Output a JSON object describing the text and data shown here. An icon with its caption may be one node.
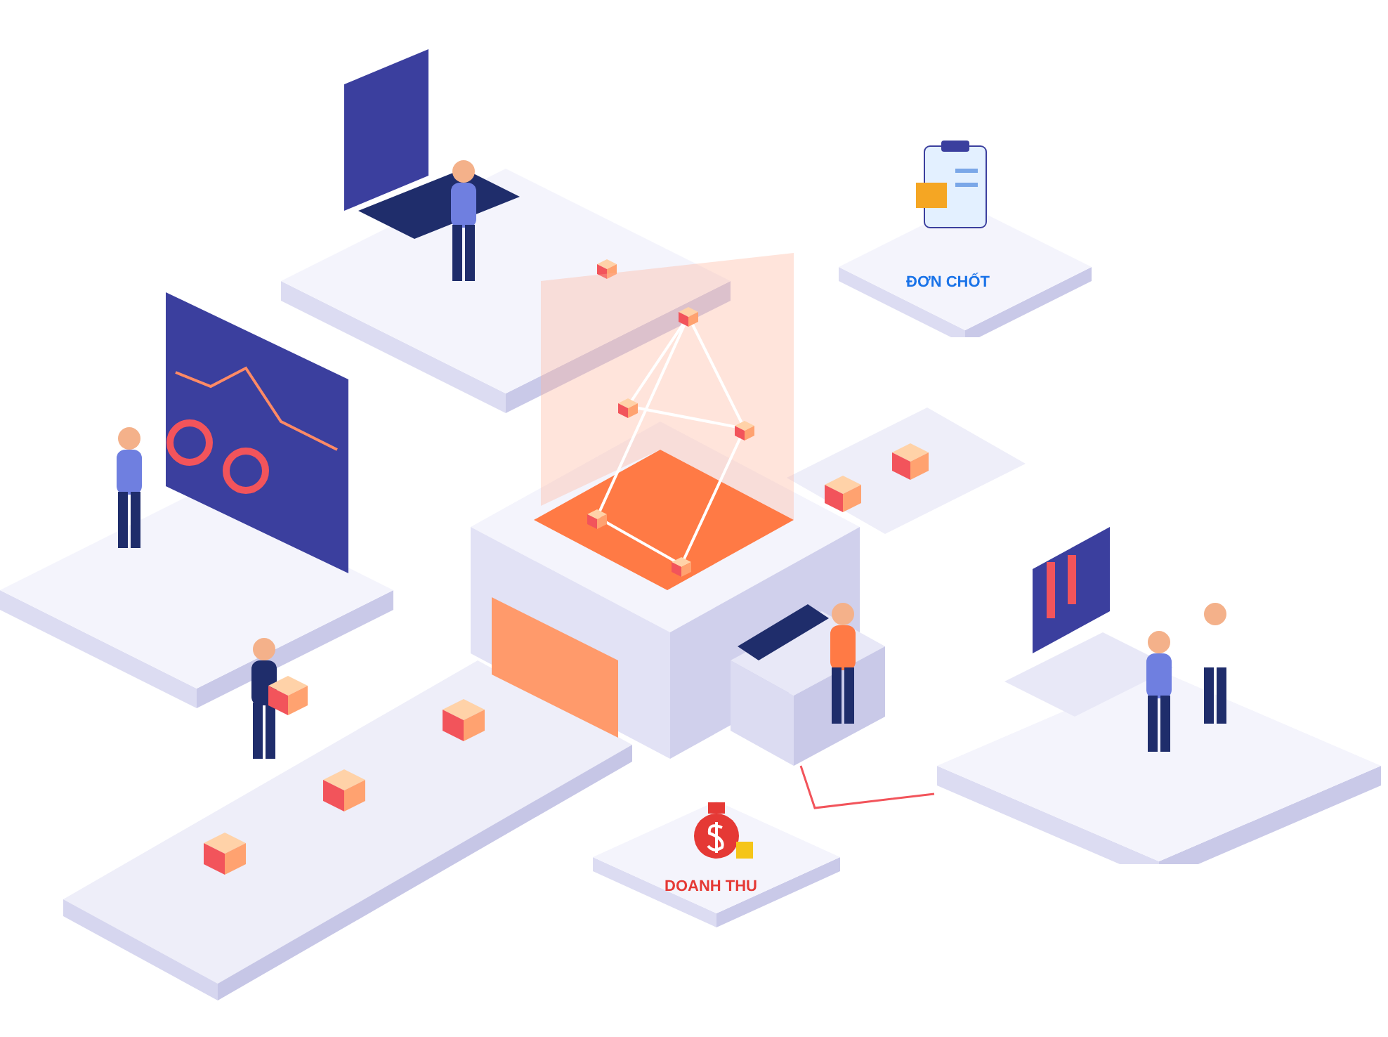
{
  "diagram": {
    "nodes": [
      {
        "text": [
          "ĐƠN CHỐT"
        ]
      },
      {
        "text": [
          "DOANH THU"
        ]
      },
      {
        "text": [],
        "shape": "picture"
      },
      {
        "text": [],
        "shape": "picture"
      }
    ],
    "edges": [
      {
        "from": 2,
        "to": 3,
        "arrow": "none",
        "color": "#f2545b"
      }
    ]
  }
}
